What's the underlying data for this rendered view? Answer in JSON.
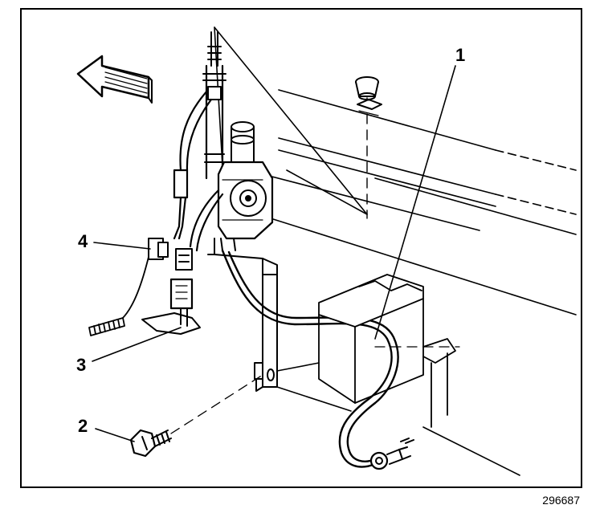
{
  "figure": {
    "id": "296687"
  },
  "callouts": [
    {
      "label": "1",
      "part": "antenna-cable"
    },
    {
      "label": "2",
      "part": "bolt"
    },
    {
      "label": "3",
      "part": "ground-strap"
    },
    {
      "label": "4",
      "part": "connector"
    }
  ],
  "icons": {
    "direction": "arrow-icon"
  },
  "colors": {
    "ink": "#000000",
    "paper": "#ffffff"
  }
}
